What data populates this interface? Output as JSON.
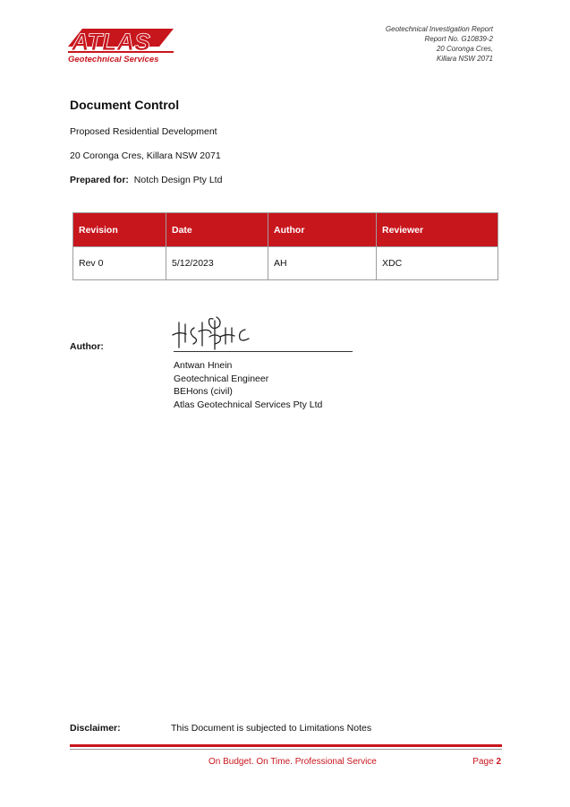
{
  "header": {
    "logo_text": "ATLAS",
    "logo_subtext": "Geotechnical Services",
    "report_title": "Geotechnical Investigation Report",
    "report_no": "Report No. G10839-2",
    "address_line1": "20 Coronga Cres,",
    "address_line2": "Killara NSW 2071"
  },
  "document": {
    "title": "Document Control",
    "project": "Proposed Residential Development",
    "address": "20 Coronga Cres, Killara NSW 2071",
    "prepared_for_label": "Prepared for:",
    "prepared_for_value": "Notch Design Pty Ltd"
  },
  "revision_table": {
    "headers": [
      "Revision",
      "Date",
      "Author",
      "Reviewer"
    ],
    "rows": [
      [
        "Rev 0",
        "5/12/2023",
        "AH",
        "XDC"
      ]
    ]
  },
  "signoff": {
    "label": "Author:",
    "name": "Antwan Hnein",
    "role": "Geotechnical Engineer",
    "qualification": "BEHons (civil)",
    "company": "Atlas Geotechnical Services Pty Ltd"
  },
  "footer": {
    "disclaimer_label": "Disclaimer:",
    "disclaimer_text": "This Document is subjected to Limitations Notes",
    "tagline": "On Budget. On Time. Professional Service",
    "page_label": "Page",
    "page_number": "2"
  },
  "colors": {
    "brand_red": "#c8161d"
  }
}
